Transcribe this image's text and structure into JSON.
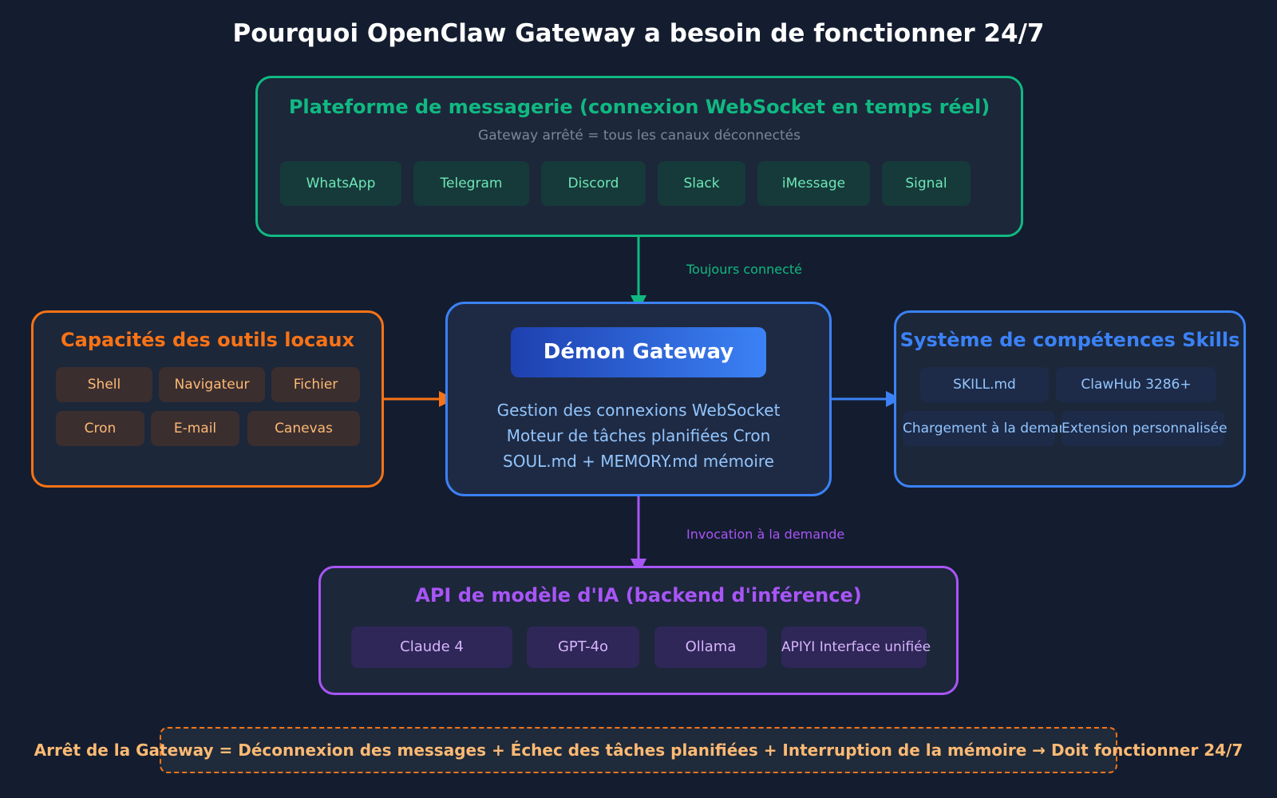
{
  "title": "Pourquoi OpenClaw Gateway a besoin de fonctionner 24/7",
  "messaging": {
    "title": "Plateforme de messagerie (connexion WebSocket en temps réel)",
    "subtitle": "Gateway arrêté = tous les canaux déconnectés",
    "channels": [
      "WhatsApp",
      "Telegram",
      "Discord",
      "Slack",
      "iMessage",
      "Signal"
    ]
  },
  "local_tools": {
    "title": "Capacités des outils locaux",
    "items": [
      "Shell",
      "Navigateur",
      "Fichier",
      "Cron",
      "E-mail",
      "Canevas"
    ]
  },
  "gateway": {
    "title": "Démon Gateway",
    "lines": [
      "Gestion des connexions WebSocket",
      "Moteur de tâches planifiées Cron",
      "SOUL.md + MEMORY.md mémoire"
    ]
  },
  "skills": {
    "title": "Système de compétences Skills",
    "items": [
      "SKILL.md",
      "ClawHub 3286+",
      "Chargement à la demande",
      "Extension personnalisée"
    ]
  },
  "ai_api": {
    "title": "API de modèle d'IA (backend d'inférence)",
    "models": [
      "Claude 4",
      "GPT-4o",
      "Ollama",
      "APIYI Interface unifiée"
    ]
  },
  "edges": {
    "always_connected": "Toujours connecté",
    "on_demand": "Invocation à la demande"
  },
  "bottom_note": "Arrêt de la Gateway = Déconnexion des messages + Échec des tâches planifiées + Interruption de la mémoire → Doit fonctionner 24/7",
  "colors": {
    "green": "#10b981",
    "orange": "#f97316",
    "blue": "#3b82f6",
    "purple": "#a855f7",
    "background": "#141d2f"
  }
}
